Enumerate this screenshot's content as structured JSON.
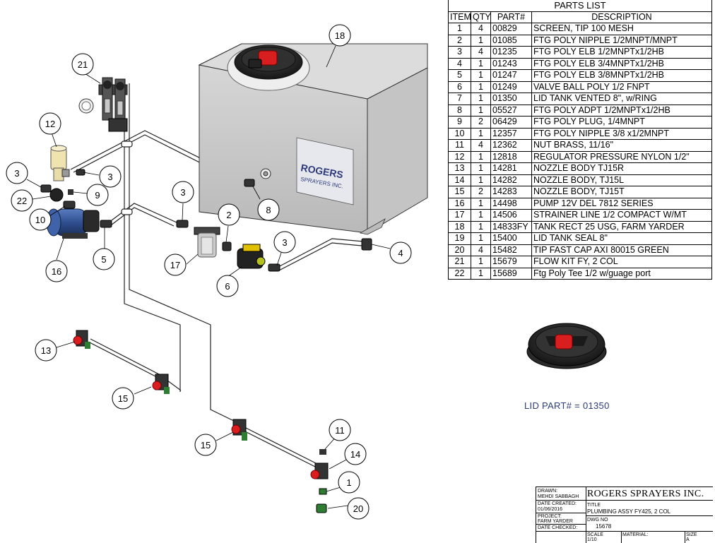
{
  "parts_list": {
    "title": "PARTS LIST",
    "columns": [
      "ITEM",
      "QTY",
      "PART#",
      "DESCRIPTION"
    ],
    "rows": [
      {
        "item": "1",
        "qty": "4",
        "part": "00829",
        "desc": "SCREEN, TIP 100 MESH"
      },
      {
        "item": "2",
        "qty": "1",
        "part": "01085",
        "desc": "FTG POLY NIPPLE 1/2MNPT/MNPT"
      },
      {
        "item": "3",
        "qty": "4",
        "part": "01235",
        "desc": "FTG POLY ELB 1/2MNPTx1/2HB"
      },
      {
        "item": "4",
        "qty": "1",
        "part": "01243",
        "desc": "FTG POLY ELB 3/4MNPTx1/2HB"
      },
      {
        "item": "5",
        "qty": "1",
        "part": "01247",
        "desc": "FTG POLY ELB 3/8MNPTx1/2HB"
      },
      {
        "item": "6",
        "qty": "1",
        "part": "01249",
        "desc": "VALVE BALL POLY 1/2 FNPT"
      },
      {
        "item": "7",
        "qty": "1",
        "part": "01350",
        "desc": "LID TANK VENTED 8\", w/RING"
      },
      {
        "item": "8",
        "qty": "1",
        "part": "05527",
        "desc": "FTG POLY ADPT 1/2MNPTx1/2HB"
      },
      {
        "item": "9",
        "qty": "2",
        "part": "06429",
        "desc": "FTG POLY PLUG, 1/4MNPT"
      },
      {
        "item": "10",
        "qty": "1",
        "part": "12357",
        "desc": "FTG POLY NIPPLE 3/8 x1/2MNPT"
      },
      {
        "item": "11",
        "qty": "4",
        "part": "12362",
        "desc": "NUT BRASS, 11/16\""
      },
      {
        "item": "12",
        "qty": "1",
        "part": "12818",
        "desc": "REGULATOR PRESSURE NYLON 1/2\""
      },
      {
        "item": "13",
        "qty": "1",
        "part": "14281",
        "desc": "NOZZLE BODY TJ15R"
      },
      {
        "item": "14",
        "qty": "1",
        "part": "14282",
        "desc": "NOZZLE BODY, TJ15L"
      },
      {
        "item": "15",
        "qty": "2",
        "part": "14283",
        "desc": "NOZZLE BODY, TJ15T"
      },
      {
        "item": "16",
        "qty": "1",
        "part": "14498",
        "desc": "PUMP 12V DEL 7812 SERIES"
      },
      {
        "item": "17",
        "qty": "1",
        "part": "14506",
        "desc": "STRAINER LINE 1/2 COMPACT W/MT"
      },
      {
        "item": "18",
        "qty": "1",
        "part": "14833FY",
        "desc": "TANK RECT 25 USG, FARM YARDER"
      },
      {
        "item": "19",
        "qty": "1",
        "part": "15400",
        "desc": "LID TANK SEAL 8\""
      },
      {
        "item": "20",
        "qty": "4",
        "part": "15482",
        "desc": "TIP FAST CAP AXI 80015 GREEN"
      },
      {
        "item": "21",
        "qty": "1",
        "part": "15679",
        "desc": "FLOW KIT FY, 2 COL"
      },
      {
        "item": "22",
        "qty": "1",
        "part": "15689",
        "desc": "Ftg Poly Tee 1/2 w/guage port"
      }
    ]
  },
  "balloons": {
    "b18": "18",
    "b21": "21",
    "b12": "12",
    "b3a": "3",
    "b3b": "3",
    "b22": "22",
    "b9": "9",
    "b10": "10",
    "b16": "16",
    "b5": "5",
    "b3c": "3",
    "b2": "2",
    "b17": "17",
    "b6": "6",
    "b3d": "3",
    "b8": "8",
    "b4": "4",
    "b13": "13",
    "b15a": "15",
    "b15b": "15",
    "b11": "11",
    "b14": "14",
    "b1": "1",
    "b20": "20"
  },
  "tank_logo": {
    "line1": "ROGERS",
    "line2": "SPRAYERS INC."
  },
  "lid_label": "LID PART# = 01350",
  "title_block": {
    "drawn_label": "DRAWN:",
    "drawn_value": "MEHDI SABBAGH",
    "date_created_label": "DATE CREATED:",
    "date_created_value": "01/06/2016",
    "project_label": "PROJECT:",
    "project_value": "FARM YARDER",
    "date_checked_label": "DATE CHECKED:",
    "company": "ROGERS SPRAYERS INC.",
    "title_label": "TITLE",
    "title_value": "PLUMBING ASSY FY425, 2 COL",
    "dwg_label": "DWG NO",
    "dwg_value": "15678",
    "scale_label": "SCALE",
    "scale_value": "1/10",
    "material_label": "MATERIAL:",
    "size_label": "SIZE",
    "size_value": "A"
  },
  "colors": {
    "tank": "#cfcfcf",
    "lid": "#2a2a2a",
    "handle_red": "#d81e1e",
    "pump_blue": "#2f4f8f",
    "regulator": "#efe3b0",
    "nozzle_green": "#2e7d32",
    "logo_blue": "#2b3a7a"
  }
}
